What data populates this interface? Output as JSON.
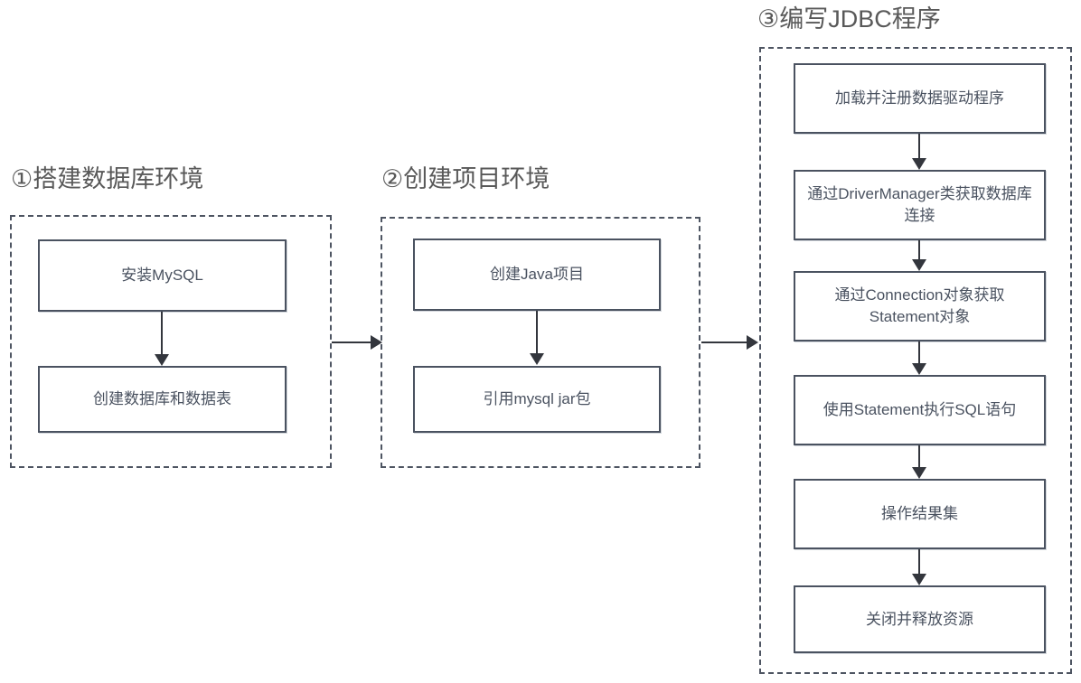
{
  "diagram": {
    "title_color": "#595959",
    "box_border_color": "#4a5260",
    "arrow_color": "#33363d",
    "groups": [
      {
        "id": "setup-database-environment",
        "title": "①搭建数据库环境",
        "nodes": [
          {
            "id": "install-mysql",
            "label": "安装MySQL"
          },
          {
            "id": "create-database-and-tables",
            "label": "创建数据库和数据表"
          }
        ]
      },
      {
        "id": "create-project-environment",
        "title": "②创建项目环境",
        "nodes": [
          {
            "id": "create-java-project",
            "label": "创建Java项目"
          },
          {
            "id": "import-mysql-jar",
            "label": "引用mysql jar包"
          }
        ]
      },
      {
        "id": "write-jdbc-program",
        "title": "③编写JDBC程序",
        "nodes": [
          {
            "id": "load-and-register-driver",
            "label": "加载并注册数据驱动程序"
          },
          {
            "id": "get-connection-via-drivermanager",
            "label": "通过DriverManager类获取数据库连接"
          },
          {
            "id": "get-statement-from-connection",
            "label": "通过Connection对象获取Statement对象"
          },
          {
            "id": "execute-sql-with-statement",
            "label": "使用Statement执行SQL语句"
          },
          {
            "id": "process-result-set",
            "label": "操作结果集"
          },
          {
            "id": "close-and-release-resources",
            "label": "关闭并释放资源"
          }
        ]
      }
    ]
  }
}
